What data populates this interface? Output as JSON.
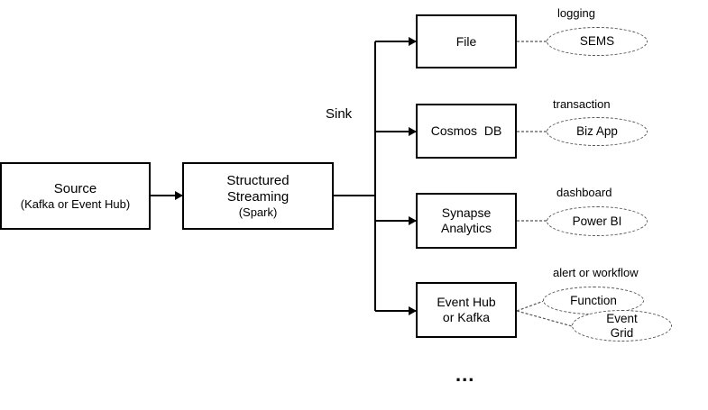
{
  "source": {
    "title": "Source",
    "subtitle": "(Kafka or Event Hub)"
  },
  "engine": {
    "line1": "Structured",
    "line2": "Streaming",
    "line3": "(Spark)"
  },
  "sink_label": "Sink",
  "sinks": [
    {
      "line1": "File",
      "line2": "",
      "use_label": "logging",
      "targets": [
        "SEMS"
      ]
    },
    {
      "line1": "Cosmos  DB",
      "line2": "",
      "use_label": "transaction",
      "targets": [
        "Biz App"
      ]
    },
    {
      "line1": "Synapse",
      "line2": "Analytics",
      "use_label": "dashboard",
      "targets": [
        "Power BI"
      ]
    },
    {
      "line1": "Event Hub",
      "line2": "or Kafka",
      "use_label": "alert or workflow",
      "targets": [
        "Function",
        "Event Grid"
      ]
    }
  ],
  "more": "..."
}
